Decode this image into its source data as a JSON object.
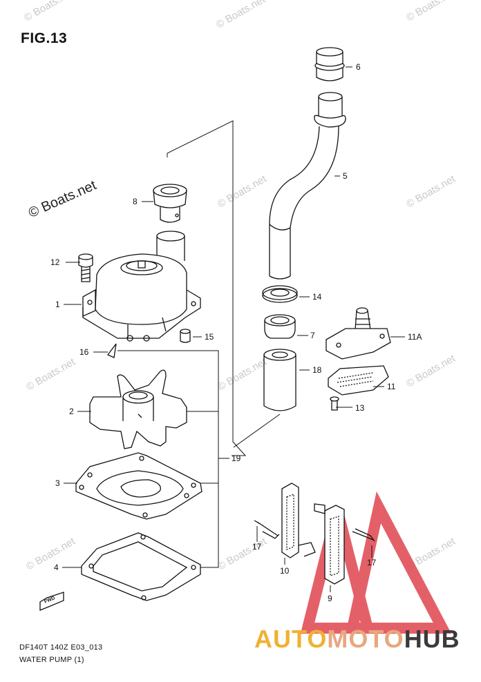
{
  "figure": {
    "title": "FIG.13"
  },
  "watermarks": {
    "primary": "© Boats.net",
    "faint": "© Boats.net"
  },
  "callouts": {
    "c1": "1",
    "c2": "2",
    "c3": "3",
    "c4": "4",
    "c5": "5",
    "c6": "6",
    "c7": "7",
    "c8": "8",
    "c9": "9",
    "c10": "10",
    "c11": "11",
    "c11a": "11A",
    "c12": "12",
    "c13": "13",
    "c14": "14",
    "c15": "15",
    "c16": "16",
    "c17a": "17",
    "c17b": "17",
    "c18": "18",
    "c19": "19"
  },
  "fwd_label": "FWD",
  "footer": {
    "code": "DF140T 140Z E03_013",
    "name": "WATER PUMP (1)"
  },
  "brand": {
    "part1": "AUTO",
    "part2": "MOTO",
    "part3": "HUB"
  },
  "colors": {
    "brand_gold": "#f0b132",
    "brand_pink": "#e8a77f",
    "brand_dark": "#3a3a3a",
    "logo_red": "#e0454e"
  }
}
